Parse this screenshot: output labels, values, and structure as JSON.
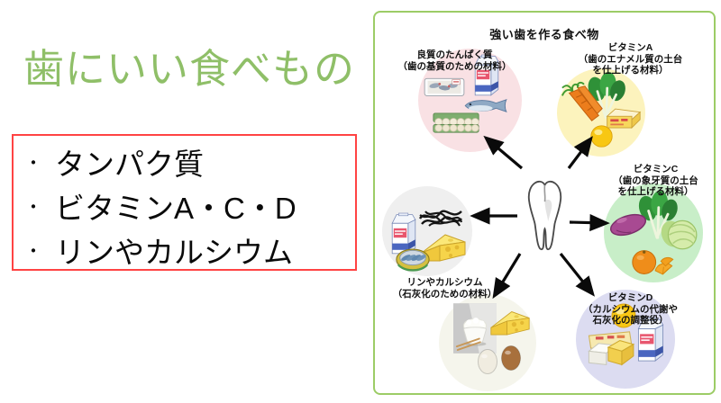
{
  "slide": {
    "title": "歯にいい食べもの"
  },
  "summary_box": {
    "bullet": "・",
    "items": [
      "タンパク質",
      "ビタミンA・C・D",
      "リンやカルシウム"
    ]
  },
  "diagram": {
    "title": "強い歯を作る食べ物",
    "groups": {
      "protein": {
        "lines": [
          "良質のたんぱく質",
          "（歯の基質のための材料）"
        ]
      },
      "vitamin_a": {
        "lines": [
          "ビタミンA",
          "（歯のエナメル質の土台",
          "を仕上げる材料）"
        ]
      },
      "vitamin_c": {
        "lines": [
          "ビタミンC",
          "（歯の象牙質の土台",
          "を仕上げる材料）"
        ]
      },
      "vitamin_d": {
        "lines": [
          "ビタミンD",
          "（カルシウムの代謝や",
          "石灰化の調整役）"
        ]
      },
      "calcium": {
        "lines": [
          "リンやカルシウム",
          "（石灰化のための材料）"
        ]
      }
    },
    "center_icon": "tooth-icon",
    "icons": {
      "protein": [
        "fish-tray-icon",
        "milk-carton-icon",
        "fish-icon",
        "egg-carton-icon"
      ],
      "vitamin_a": [
        "carrot-icon",
        "leafy-greens-icon",
        "butter-icon",
        "egg-yolk-icon"
      ],
      "vitamin_c": [
        "sweet-potato-icon",
        "leafy-greens-icon",
        "cabbage-icon",
        "orange-icon"
      ],
      "vitamin_d": [
        "egg-yolk-icon",
        "butter-block-icon",
        "milk-carton-icon"
      ],
      "calcium_left": [
        "milk-carton-icon",
        "hijiki-icon",
        "cheese-icon",
        "sardine-can-icon"
      ],
      "calcium_bottom": [
        "rice-bowl-icon",
        "cheese-icon",
        "white-egg-icon",
        "brown-egg-icon"
      ]
    }
  },
  "colors": {
    "title_green": "#8fbf68",
    "summary_box_border": "#ff4343",
    "diagram_border": "#9ccc66",
    "circle_protein": "#f9e1e4",
    "circle_vitamin_a": "#fcf3bd",
    "circle_vitamin_c": "#c8eec8",
    "circle_vitamin_d": "#dcdcf1",
    "circle_calcium_left": "#efefef",
    "circle_calcium_bottom": "#f5f5ec",
    "arrow": "#0a0a0a"
  }
}
